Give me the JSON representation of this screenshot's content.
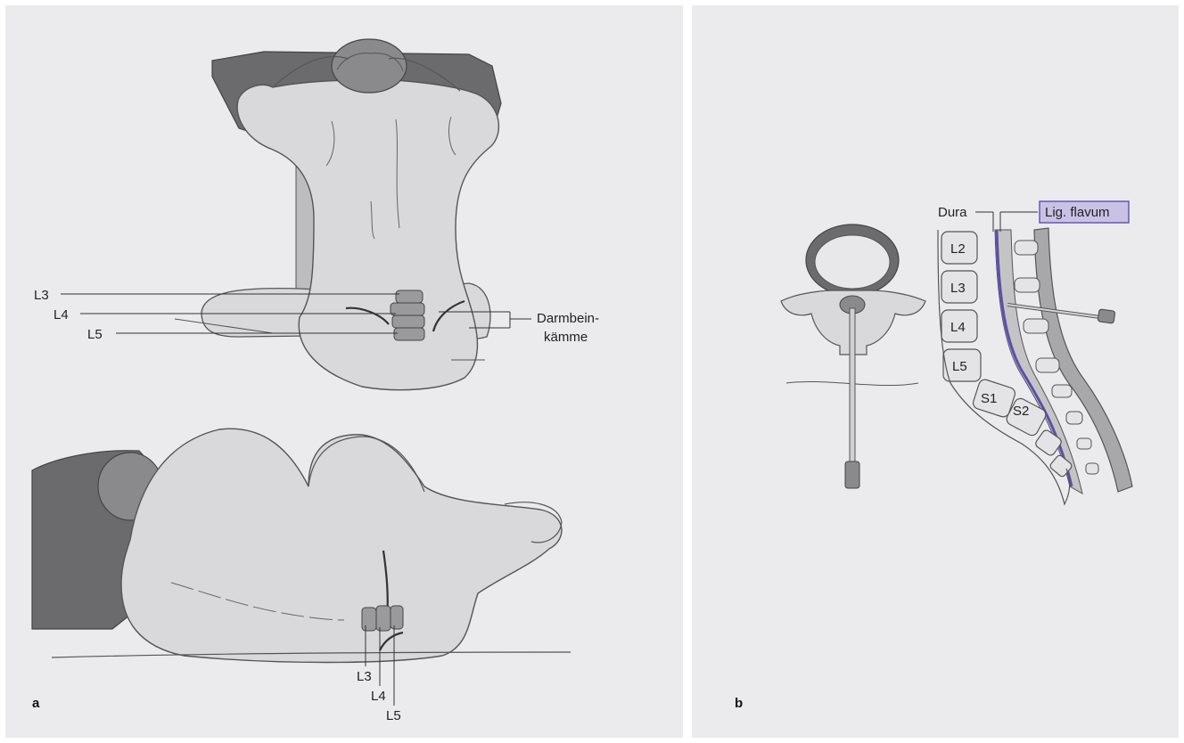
{
  "panel_a": {
    "letter": "a",
    "sitting_labels": [
      "L3",
      "L4",
      "L5"
    ],
    "iliac_crest_label_line1": "Darmbein-",
    "iliac_crest_label_line2": "kämme",
    "lying_labels": [
      "L3",
      "L4",
      "L5"
    ]
  },
  "panel_b": {
    "letter": "b",
    "dura_label": "Dura",
    "ligament_label": "Lig. flavum",
    "vertebra_labels": [
      "L2",
      "L3",
      "L4",
      "L5",
      "S1",
      "S2"
    ]
  },
  "colors": {
    "background": "#ebebed",
    "skin": "#d9d9db",
    "outline": "#555555",
    "pillow": "#6b6b6e",
    "highlight_box": "#c9c2e4",
    "dura_accent": "#5b4fb0"
  }
}
